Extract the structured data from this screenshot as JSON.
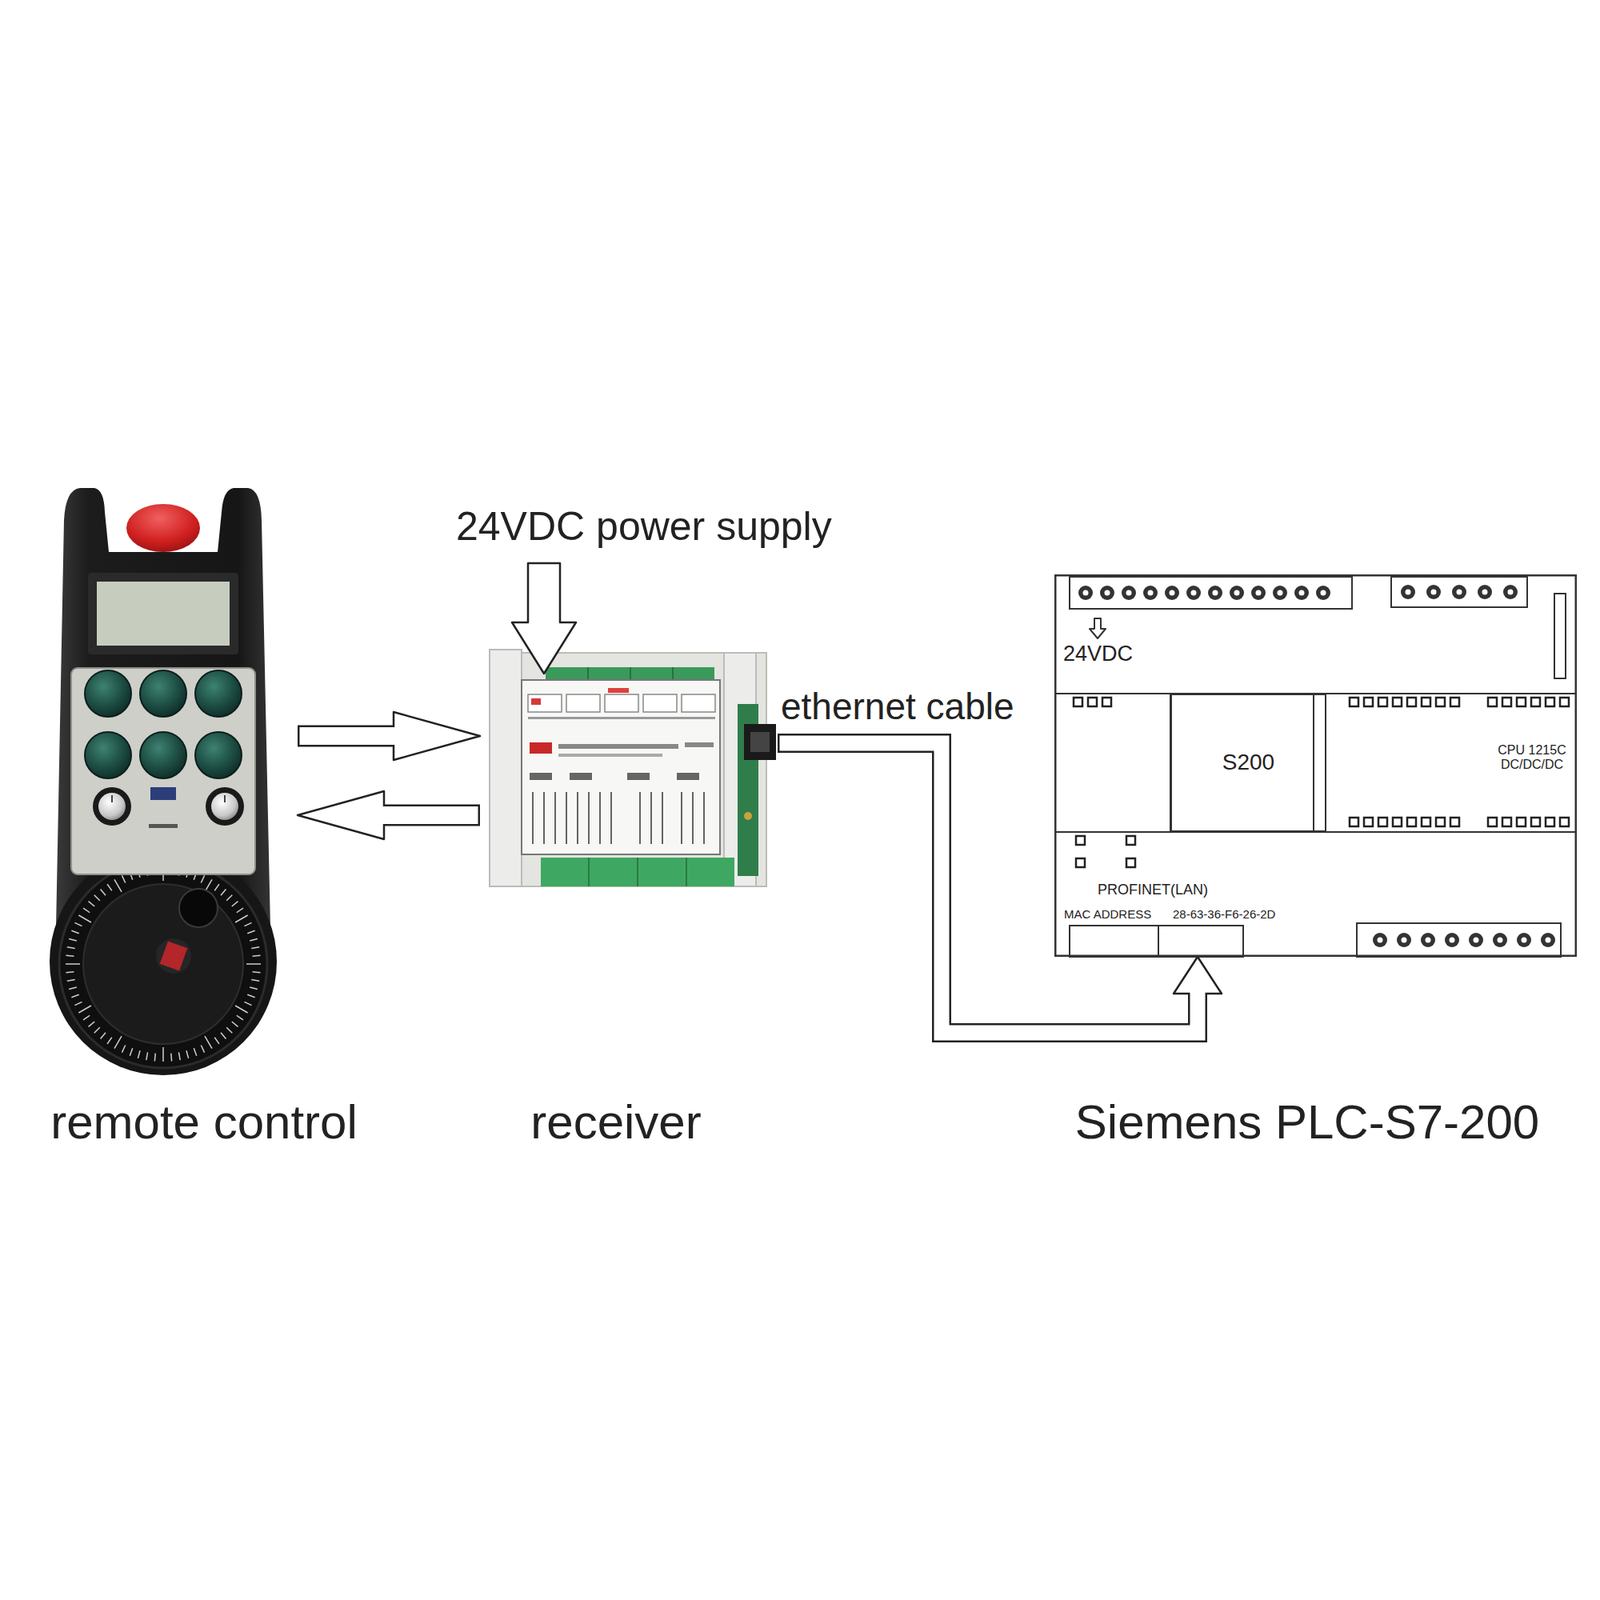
{
  "diagram": {
    "nodes": [
      {
        "text": [
          "remote control"
        ]
      },
      {
        "text": [
          "receiver"
        ]
      },
      {
        "text": [
          "Siemens PLC-S7-200"
        ]
      },
      {
        "text": [
          "S200"
        ],
        "in": 2
      },
      {
        "text": [
          "CPU 1215C DC/DC/DC"
        ],
        "in": 2
      }
    ],
    "edges": [
      {
        "from": 0,
        "to": 1,
        "arrow": "to"
      },
      {
        "from": 1,
        "to": 0,
        "arrow": "to"
      },
      {
        "from": 1,
        "to": 2,
        "arrow": "to",
        "label": "ethernet cable"
      }
    ],
    "labels": [
      "24VDC power supply",
      "24VDC",
      "PROFINET(LAN)",
      "MAC ADDRESS",
      "28-63-36-F6-26-2D"
    ]
  }
}
